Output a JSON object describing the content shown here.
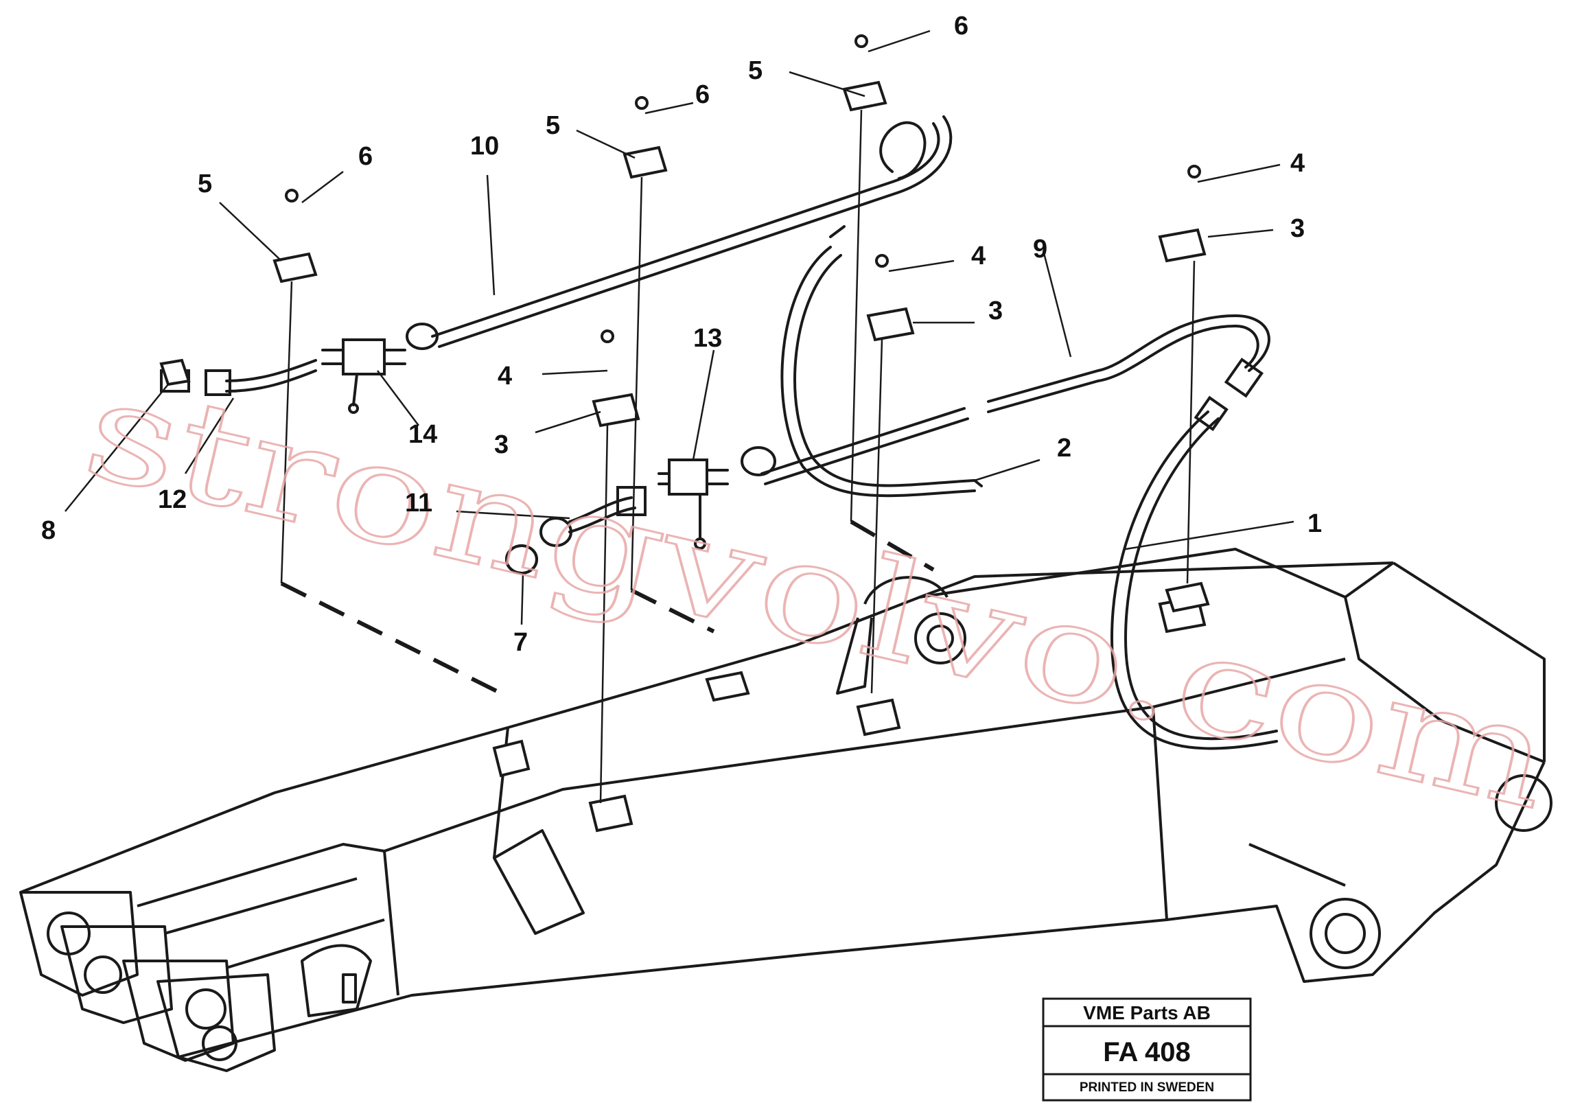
{
  "callouts": {
    "c1": "1",
    "c2": "2",
    "c3a": "3",
    "c3b": "3",
    "c3c": "3",
    "c4a": "4",
    "c4b": "4",
    "c4c": "4",
    "c5a": "5",
    "c5b": "5",
    "c5c": "5",
    "c6a": "6",
    "c6b": "6",
    "c6c": "6",
    "c7": "7",
    "c8": "8",
    "c9": "9",
    "c10": "10",
    "c11": "11",
    "c12": "12",
    "c13": "13",
    "c14": "14"
  },
  "watermark": "strongvolvo.com",
  "title_box": {
    "company": "VME Parts AB",
    "code": "FA 408",
    "printed": "PRINTED IN SWEDEN"
  },
  "colors": {
    "line": "#1a1a1a",
    "watermark": "#e8a7a7"
  }
}
